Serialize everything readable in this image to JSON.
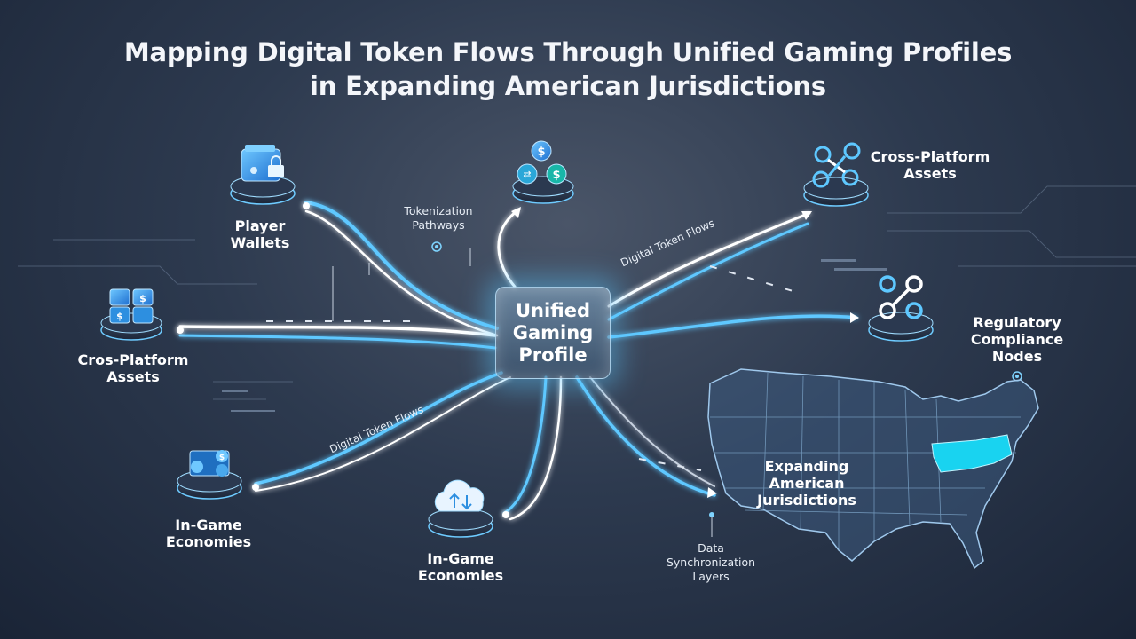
{
  "title": {
    "line1": "Mapping Digital Token Flows Through Unified Gaming Profiles",
    "line2": "in Expanding American Jurisdictions"
  },
  "hub": {
    "line1": "Unified",
    "line2": "Gaming",
    "line3": "Profile"
  },
  "nodes": {
    "player_wallets": {
      "line1": "Player",
      "line2": "Wallets",
      "icon": "wallet-lock-icon"
    },
    "cross_platform_left": {
      "line1": "Cros-Platform",
      "line2": "Assets",
      "icon": "token-cubes-icon"
    },
    "in_game_left": {
      "line1": "In-Game",
      "line2": "Economies",
      "icon": "coin-cube-icon"
    },
    "in_game_bottom": {
      "line1": "In-Game",
      "line2": "Economies",
      "icon": "cloud-sync-icon"
    },
    "tokenization": {
      "icon": "coin-exchange-icon"
    },
    "cross_platform_right": {
      "line1": "Cross-Platform",
      "line2": "Assets",
      "icon": "chain-link-icon"
    },
    "regulatory": {
      "line1": "Regulatory",
      "line2": "Compliance",
      "line3": "Nodes",
      "icon": "link-node-icon"
    },
    "jurisdictions": {
      "line1": "Expanding",
      "line2": "American",
      "line3": "Jurisdictions",
      "icon": "us-map-icon"
    }
  },
  "annotations": {
    "tokenization": {
      "line1": "Tokenization",
      "line2": "Pathways"
    },
    "data_sync": {
      "line1": "Data",
      "line2": "Synchronization",
      "line3": "Layers"
    },
    "flow_upper": "Digital Token Flows",
    "flow_lower": "Digital Token Flows"
  },
  "colors": {
    "accent": "#4fc3f7",
    "highlight_state": "#19d3f0",
    "background": "#2d3a4f"
  }
}
